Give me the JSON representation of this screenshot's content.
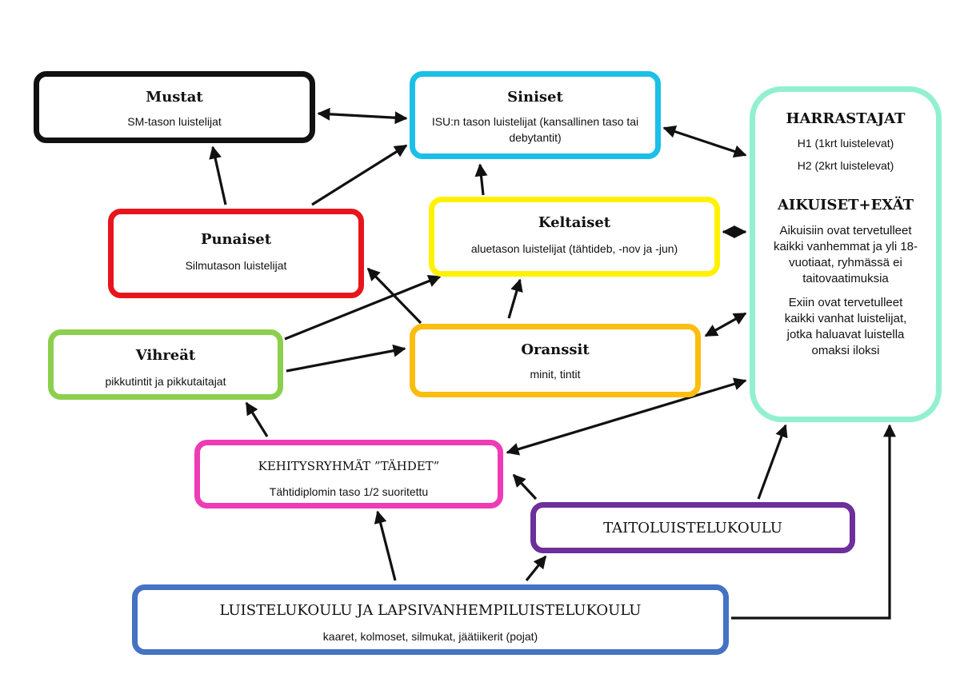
{
  "nodes": {
    "mustat": {
      "title": "Mustat",
      "subtitle": "SM-tason luistelijat",
      "color": "#111111"
    },
    "siniset": {
      "title": "Siniset",
      "subtitle": "ISU:n tason luistelijat (kansallinen taso tai debytantit)",
      "color": "#1bbfe8"
    },
    "punaiset": {
      "title": "Punaiset",
      "subtitle": "Silmutason luistelijat",
      "color": "#e8141b"
    },
    "keltaiset": {
      "title": "Keltaiset",
      "subtitle": "aluetason luistelijat (tähtideb, -nov ja -jun)",
      "color": "#fff200"
    },
    "vihreat": {
      "title": "Vihreät",
      "subtitle": "pikkutintit ja pikkutaitajat",
      "color": "#8ccf4e"
    },
    "oranssit": {
      "title": "Oranssit",
      "subtitle": "minit, tintit",
      "color": "#fbbd0f"
    },
    "kehitys": {
      "title": "KEHITYSRYHMÄT ”TÄHDET”",
      "subtitle": "Tähtidiplomin taso 1/2 suoritettu",
      "color": "#ee3bb6"
    },
    "taito": {
      "title": "TAITOLUISTELUKOULU",
      "color": "#6d2f9b"
    },
    "luistelu": {
      "title": "LUISTELUKOULU JA LAPSIVANHEMPILUISTELUKOULU",
      "subtitle": "kaaret, kolmoset, silmukat, jäätiikerit (pojat)",
      "color": "#4472c4"
    },
    "harrastajat": {
      "title": "HARRASTAJAT",
      "line1": "H1 (1krt luistelevat)",
      "line2": "H2 (2krt luistelevat)",
      "title2": "AIKUISET+EXÄT",
      "para1": "Aikuisiin ovat tervetulleet kaikki vanhemmat ja yli 18-vuotiaat, ryhmässä ei taitovaatimuksia",
      "para2": "Exiin ovat tervetulleet kaikki vanhat luistelijat, jotka haluavat luistella omaksi iloksi",
      "color": "#92f0d0"
    }
  },
  "connections": [
    {
      "from": "mustat",
      "to": "siniset",
      "type": "bidirectional"
    },
    {
      "from": "punaiset",
      "to": "mustat",
      "type": "directed"
    },
    {
      "from": "punaiset",
      "to": "siniset",
      "type": "directed"
    },
    {
      "from": "keltaiset",
      "to": "siniset",
      "type": "directed"
    },
    {
      "from": "siniset",
      "to": "harrastajat",
      "type": "bidirectional"
    },
    {
      "from": "keltaiset",
      "to": "harrastajat",
      "type": "bidirectional"
    },
    {
      "from": "oranssit",
      "to": "harrastajat",
      "type": "bidirectional"
    },
    {
      "from": "kehitys",
      "to": "harrastajat",
      "type": "bidirectional"
    },
    {
      "from": "oranssit",
      "to": "punaiset",
      "type": "directed"
    },
    {
      "from": "oranssit",
      "to": "keltaiset",
      "type": "directed"
    },
    {
      "from": "vihreat",
      "to": "keltaiset",
      "type": "directed"
    },
    {
      "from": "vihreat",
      "to": "oranssit",
      "type": "directed"
    },
    {
      "from": "kehitys",
      "to": "vihreat",
      "type": "directed"
    },
    {
      "from": "taito",
      "to": "kehitys",
      "type": "directed"
    },
    {
      "from": "taito",
      "to": "harrastajat",
      "type": "directed"
    },
    {
      "from": "luistelu",
      "to": "kehitys",
      "type": "directed"
    },
    {
      "from": "luistelu",
      "to": "taito",
      "type": "directed"
    },
    {
      "from": "luistelu",
      "to": "harrastajat",
      "type": "directed"
    }
  ]
}
